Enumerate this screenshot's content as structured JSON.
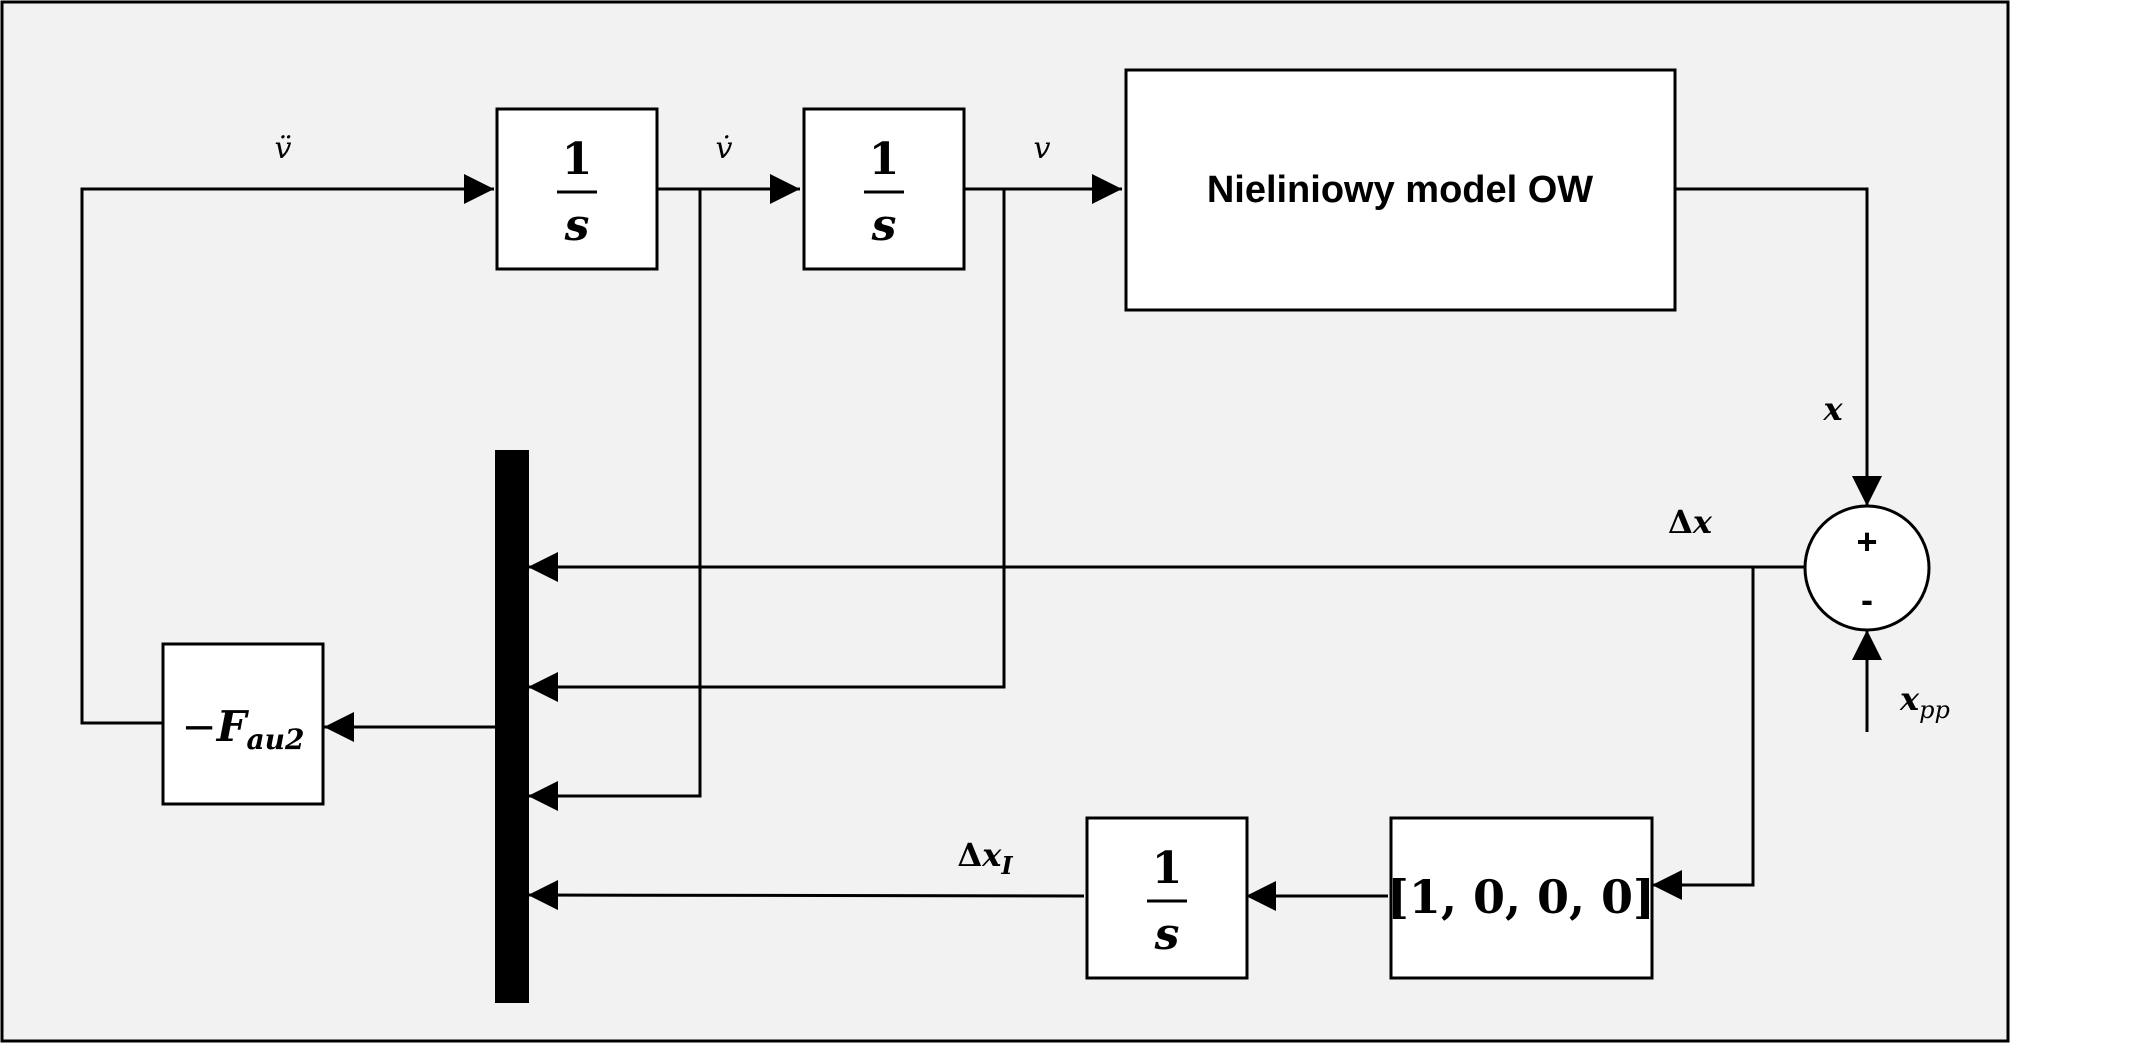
{
  "diagram": {
    "background": "#f2f2f2",
    "integrator_1": {
      "numerator": "1",
      "denominator": "s"
    },
    "integrator_2": {
      "numerator": "1",
      "denominator": "s"
    },
    "integrator_3": {
      "numerator": "1",
      "denominator": "s"
    },
    "model_block": {
      "label": "Nieliniowy model OW"
    },
    "gain_block": {
      "sign": "−",
      "symbol": "F",
      "subscript": "au2"
    },
    "selector_block": {
      "label": "[1, 0, 0, 0]"
    },
    "sum_block": {
      "plus": "+",
      "minus": "-"
    },
    "signals": {
      "v_ddot": "v̈",
      "v_dot": "v̇",
      "v": "v",
      "x": "x",
      "delta_x": {
        "delta": "Δ",
        "var": "x"
      },
      "x_pp": {
        "var": "x",
        "sub": "pp"
      },
      "delta_x_i": {
        "delta": "Δ",
        "var": "x",
        "sub": "I"
      }
    }
  }
}
